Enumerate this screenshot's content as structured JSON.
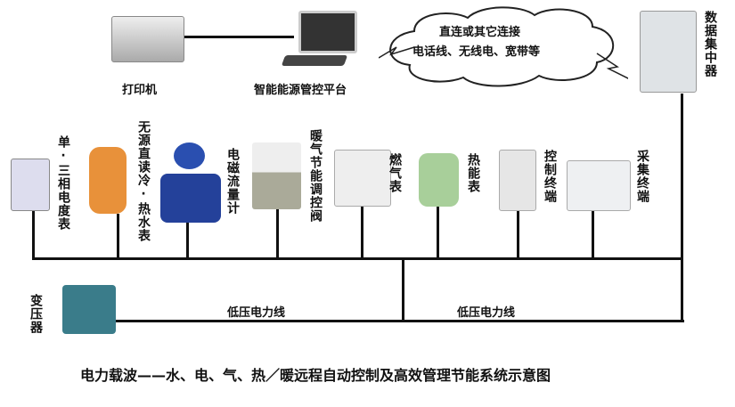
{
  "top": {
    "printer": "打印机",
    "platform": "智能能源管控平台",
    "cloud_line1": "直连或其它连接",
    "cloud_line2": "电话线、无线电、宽带等",
    "concentrator": "数据集中器"
  },
  "devices": [
    {
      "label": "单·三相电度表"
    },
    {
      "label": "无源直读冷·热水表"
    },
    {
      "label": "电磁流量计"
    },
    {
      "label": "暖气节能调控阀"
    },
    {
      "label": "燃气表"
    },
    {
      "label": "热能表"
    },
    {
      "label": "控制终端"
    },
    {
      "label": "采集终端"
    }
  ],
  "bottom": {
    "transformer": "变压器",
    "line_left": "低压电力线",
    "line_right": "低压电力线",
    "caption": "电力载波——水、电、气、热／暖远程自动控制及高效管理节能系统示意图"
  }
}
